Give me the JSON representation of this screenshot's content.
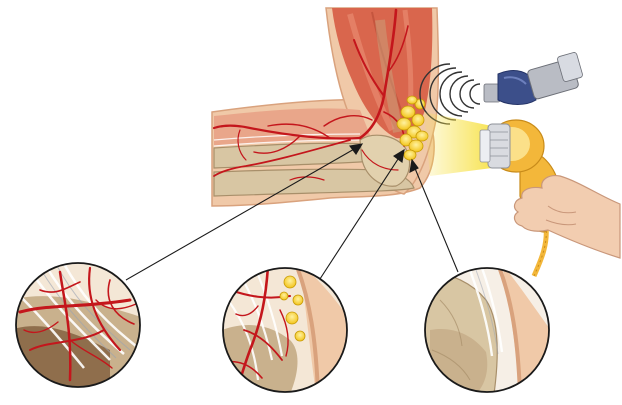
{
  "illustration": {
    "regions": [
      {
        "id": "elbow",
        "name": "elbow-cross-section"
      },
      {
        "id": "probe",
        "name": "shockwave-probe"
      },
      {
        "id": "handpiece",
        "name": "handheld-applicator"
      },
      {
        "id": "hand",
        "name": "operator-hand"
      },
      {
        "id": "detail1",
        "name": "detail-circle-vessels"
      },
      {
        "id": "detail2",
        "name": "detail-circle-deposits"
      },
      {
        "id": "detail3",
        "name": "detail-circle-healed"
      }
    ],
    "colors": {
      "bone": "#d8c6a3",
      "bone_dark": "#a88f6a",
      "skin": "#f0c9a8",
      "skin_edge": "#d9a27d",
      "muscle": "#d9664d",
      "muscle_light": "#e88a6f",
      "vessel": "#c4161c",
      "tendon": "#e9e9e9",
      "calcium": "#f3c419",
      "calcium_edge": "#c79a05",
      "probe_blue": "#3c4f8a",
      "probe_metal": "#b9bcc4",
      "handpiece_yellow": "#f3b73a",
      "handpiece_light": "#fbe089",
      "beam": "#f7e24a",
      "pointer": "#1a1a1a"
    }
  }
}
